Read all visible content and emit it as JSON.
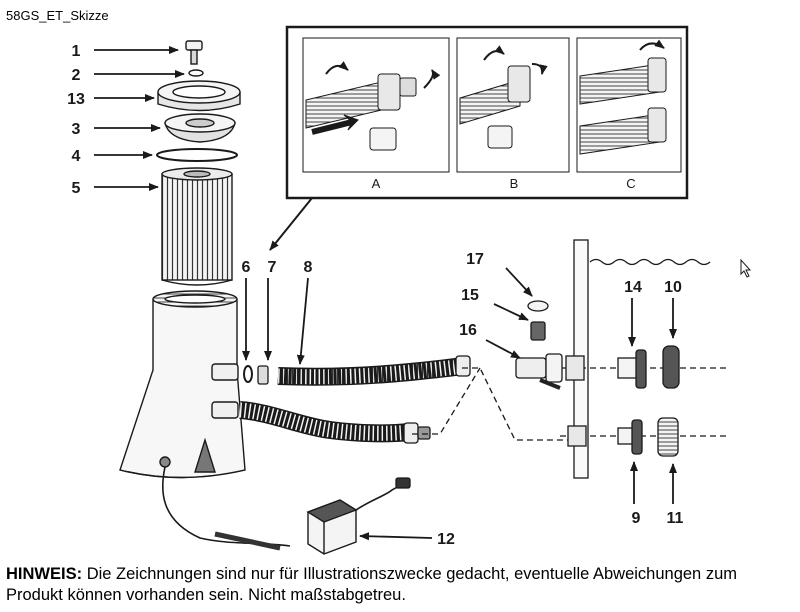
{
  "document_id": "58GS_ET_Skizze",
  "callouts": [
    "1",
    "2",
    "13",
    "3",
    "4",
    "5",
    "6",
    "7",
    "8",
    "17",
    "15",
    "16",
    "14",
    "10",
    "9",
    "11",
    "12"
  ],
  "inset_labels": [
    "A",
    "B",
    "C"
  ],
  "note": {
    "label": "HINWEIS:",
    "text": "Die Zeichnungen sind nur für Illustrationszwecke gedacht, eventuelle Abweichungen zum Produkt können vorhanden sein. Nicht maßstabgetreu."
  },
  "colors": {
    "ink": "#1a1a1a",
    "light_fill": "#f2f2f2",
    "mid_fill": "#d4d4d4",
    "dark_fill": "#444444"
  },
  "icons": {
    "cursor": "mouse-pointer-icon"
  }
}
